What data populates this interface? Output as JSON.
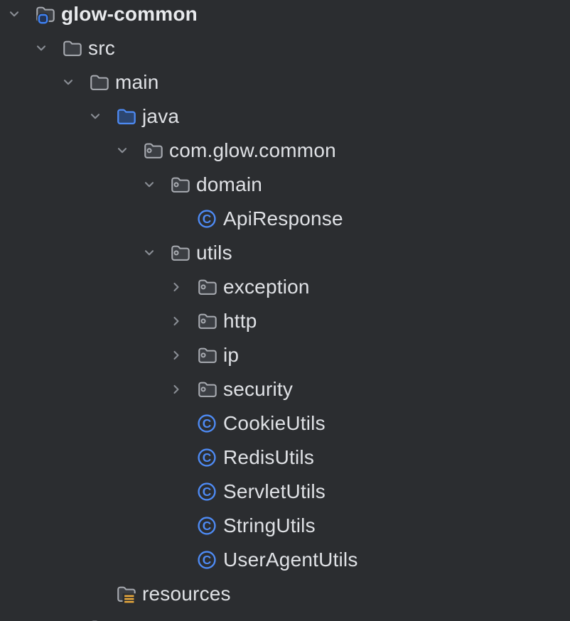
{
  "app": {
    "name": "project-explorer-tree",
    "theme": "dark"
  },
  "colors": {
    "background": "#2B2D30",
    "text": "#DFE1E5",
    "root_text": "#E8EAED",
    "chevron": "#8A8E95",
    "folder_stroke": "#A9ACB2",
    "folder_fill": "#3B3E43",
    "source_folder_stroke": "#4E8BF5",
    "source_folder_fill": "#2C4670",
    "class_blue": "#4E8BF5",
    "resources_yellow": "#E9A93D",
    "project_badge_blue": "#3E82F5",
    "project_badge_fill": "#223457"
  },
  "tree": {
    "rows": [
      {
        "label": "glow-common",
        "level": 0,
        "icon": "project-folder",
        "chevron": "expanded",
        "bold": true
      },
      {
        "label": "src",
        "level": 1,
        "icon": "folder",
        "chevron": "expanded",
        "bold": false
      },
      {
        "label": "main",
        "level": 2,
        "icon": "folder",
        "chevron": "expanded",
        "bold": false
      },
      {
        "label": "java",
        "level": 3,
        "icon": "source-folder",
        "chevron": "expanded",
        "bold": false
      },
      {
        "label": "com.glow.common",
        "level": 4,
        "icon": "package",
        "chevron": "expanded",
        "bold": false
      },
      {
        "label": "domain",
        "level": 5,
        "icon": "package",
        "chevron": "expanded",
        "bold": false
      },
      {
        "label": "ApiResponse",
        "level": 6,
        "icon": "class",
        "chevron": "none",
        "bold": false
      },
      {
        "label": "utils",
        "level": 5,
        "icon": "package",
        "chevron": "expanded",
        "bold": false
      },
      {
        "label": "exception",
        "level": 6,
        "icon": "package",
        "chevron": "collapsed",
        "bold": false
      },
      {
        "label": "http",
        "level": 6,
        "icon": "package",
        "chevron": "collapsed",
        "bold": false
      },
      {
        "label": "ip",
        "level": 6,
        "icon": "package",
        "chevron": "collapsed",
        "bold": false
      },
      {
        "label": "security",
        "level": 6,
        "icon": "package",
        "chevron": "collapsed",
        "bold": false
      },
      {
        "label": "CookieUtils",
        "level": 6,
        "icon": "class",
        "chevron": "none",
        "bold": false
      },
      {
        "label": "RedisUtils",
        "level": 6,
        "icon": "class",
        "chevron": "none",
        "bold": false
      },
      {
        "label": "ServletUtils",
        "level": 6,
        "icon": "class",
        "chevron": "none",
        "bold": false
      },
      {
        "label": "StringUtils",
        "level": 6,
        "icon": "class",
        "chevron": "none",
        "bold": false
      },
      {
        "label": "UserAgentUtils",
        "level": 6,
        "icon": "class",
        "chevron": "none",
        "bold": false
      },
      {
        "label": "resources",
        "level": 3,
        "icon": "resources-folder",
        "chevron": "none",
        "bold": false
      },
      {
        "label": "",
        "level": 2,
        "icon": "folder",
        "chevron": "none",
        "bold": false,
        "partial": true
      }
    ]
  }
}
